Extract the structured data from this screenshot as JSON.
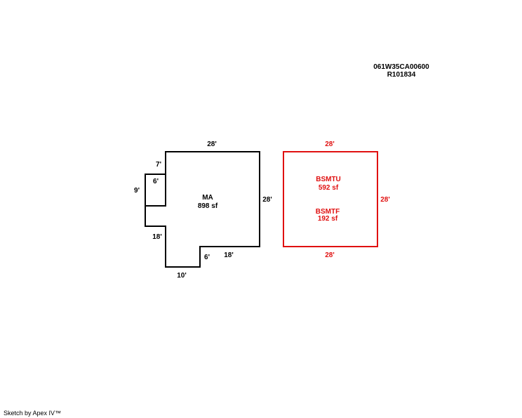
{
  "header": {
    "parcel_id": "061W35CA00600",
    "account": "R101834"
  },
  "colors": {
    "main_area": "#000000",
    "basement": "#e01010"
  },
  "main_area": {
    "name": "MA",
    "area": "898 sf",
    "dims": {
      "top": "28'",
      "right": "28'",
      "upper_left_step": "7'",
      "left_notch_top": "6'",
      "left_notch_side": "9'",
      "lower_left": "18'",
      "bottom": "10'",
      "inner_step": "6'",
      "inner_bottom": "18'"
    }
  },
  "basement": {
    "name_1": "BSMTU",
    "area_1": "592 sf",
    "name_2": "BSMTF",
    "area_2": "192 sf",
    "dims": {
      "top": "28'",
      "right": "28'",
      "bottom": "28'"
    }
  },
  "footer": "Sketch by Apex IV™"
}
